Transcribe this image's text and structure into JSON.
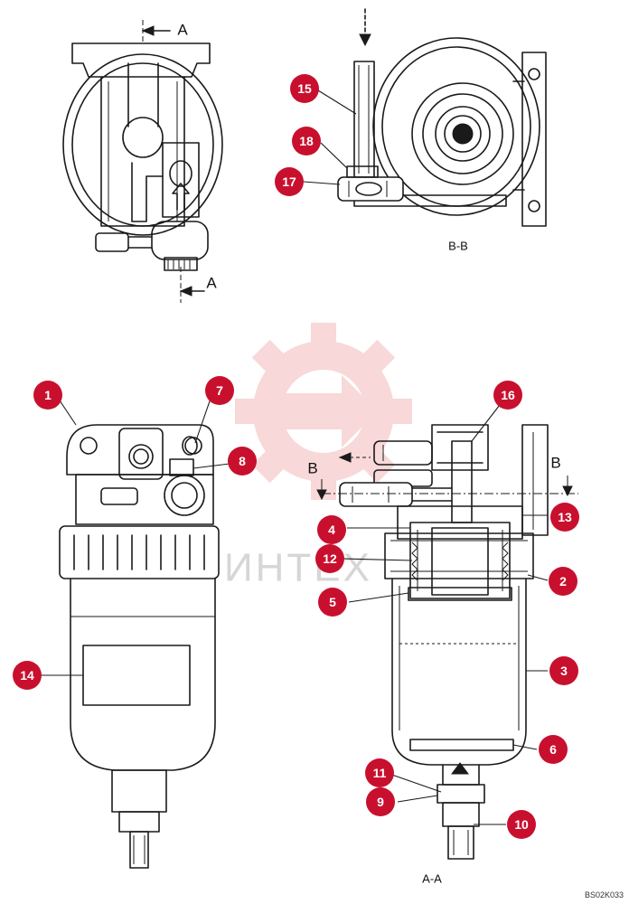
{
  "diagram": {
    "callouts": [
      {
        "id": "1",
        "label": "1"
      },
      {
        "id": "2",
        "label": "2"
      },
      {
        "id": "3",
        "label": "3"
      },
      {
        "id": "4",
        "label": "4"
      },
      {
        "id": "5",
        "label": "5"
      },
      {
        "id": "6",
        "label": "6"
      },
      {
        "id": "7",
        "label": "7"
      },
      {
        "id": "8",
        "label": "8"
      },
      {
        "id": "9",
        "label": "9"
      },
      {
        "id": "10",
        "label": "10"
      },
      {
        "id": "11",
        "label": "11"
      },
      {
        "id": "12",
        "label": "12"
      },
      {
        "id": "13",
        "label": "13"
      },
      {
        "id": "14",
        "label": "14"
      },
      {
        "id": "15",
        "label": "15"
      },
      {
        "id": "16",
        "label": "16"
      },
      {
        "id": "17",
        "label": "17"
      },
      {
        "id": "18",
        "label": "18"
      }
    ],
    "section_labels": {
      "a_top": "A",
      "a_bottom": "A",
      "b_left": "B",
      "b_right": "B"
    },
    "view_captions": {
      "section_bb": "B-B",
      "section_aa": "A-A"
    },
    "watermark": "ИНТЕХ",
    "figure_code": "BS02K033",
    "callout_color": "#c8102e",
    "watermark_color": "#f4b9b9"
  }
}
